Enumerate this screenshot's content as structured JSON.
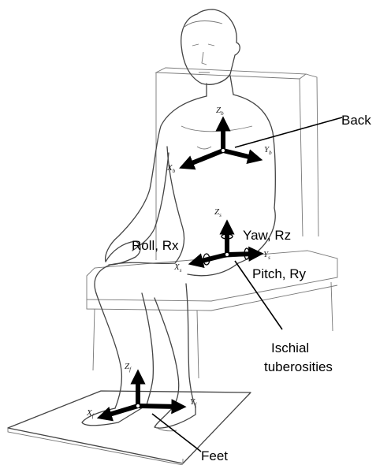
{
  "callouts": {
    "back": "Back",
    "yaw": "Yaw, Rz",
    "roll": "Roll, Rx",
    "pitch": "Pitch, Ry",
    "ischial_line1": "Ischial",
    "ischial_line2": "tuberosities",
    "feet": "Feet"
  },
  "axes": {
    "back": {
      "z": "Z",
      "z_sub": "b",
      "x": "X",
      "x_sub": "b",
      "y": "Y",
      "y_sub": "b"
    },
    "seat": {
      "z": "Z",
      "z_sub": "s",
      "x": "X",
      "x_sub": "s",
      "y": "Y",
      "y_sub": "s"
    },
    "feet": {
      "z": "Z",
      "z_sub": "f",
      "x": "X",
      "x_sub": "f",
      "y": "Y",
      "y_sub": "f"
    }
  }
}
